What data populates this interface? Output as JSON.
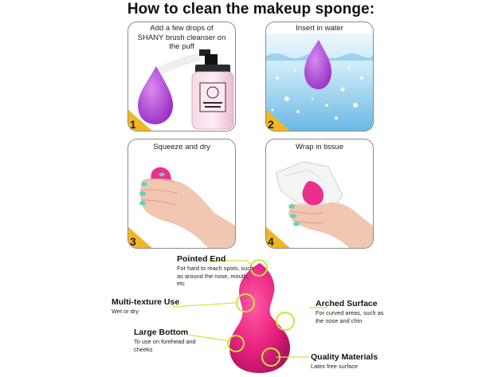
{
  "title": "How to clean the makeup sponge:",
  "steps": [
    {
      "number": "1",
      "caption": "Add a few drops of SHANY brush cleanser on the puff"
    },
    {
      "number": "2",
      "caption": "Insert in water"
    },
    {
      "number": "3",
      "caption": "Squeeze and dry"
    },
    {
      "number": "4",
      "caption": "Wrap in tissue"
    }
  ],
  "features": {
    "pointed_end": {
      "heading": "Pointed End",
      "text": "For hard to reach spots, such as around the nose, mouth, etc"
    },
    "multi_texture": {
      "heading": "Multi-texture Use",
      "text": "Wet or dry"
    },
    "arched_surface": {
      "heading": "Arched Surface",
      "text": "For curved areas, such as the nose and chin"
    },
    "large_bottom": {
      "heading": "Large Bottom",
      "text": "To use on forehead and cheeks"
    },
    "quality_materials": {
      "heading": "Quality Materials",
      "text": "Latex free surface"
    }
  },
  "colors": {
    "accent_ring": "#c5e83a",
    "step_badge": "#f3b61f",
    "sponge_purple": "#b84fd8",
    "sponge_pink": "#ec2f8b",
    "nail_mint": "#5fd6b4"
  }
}
